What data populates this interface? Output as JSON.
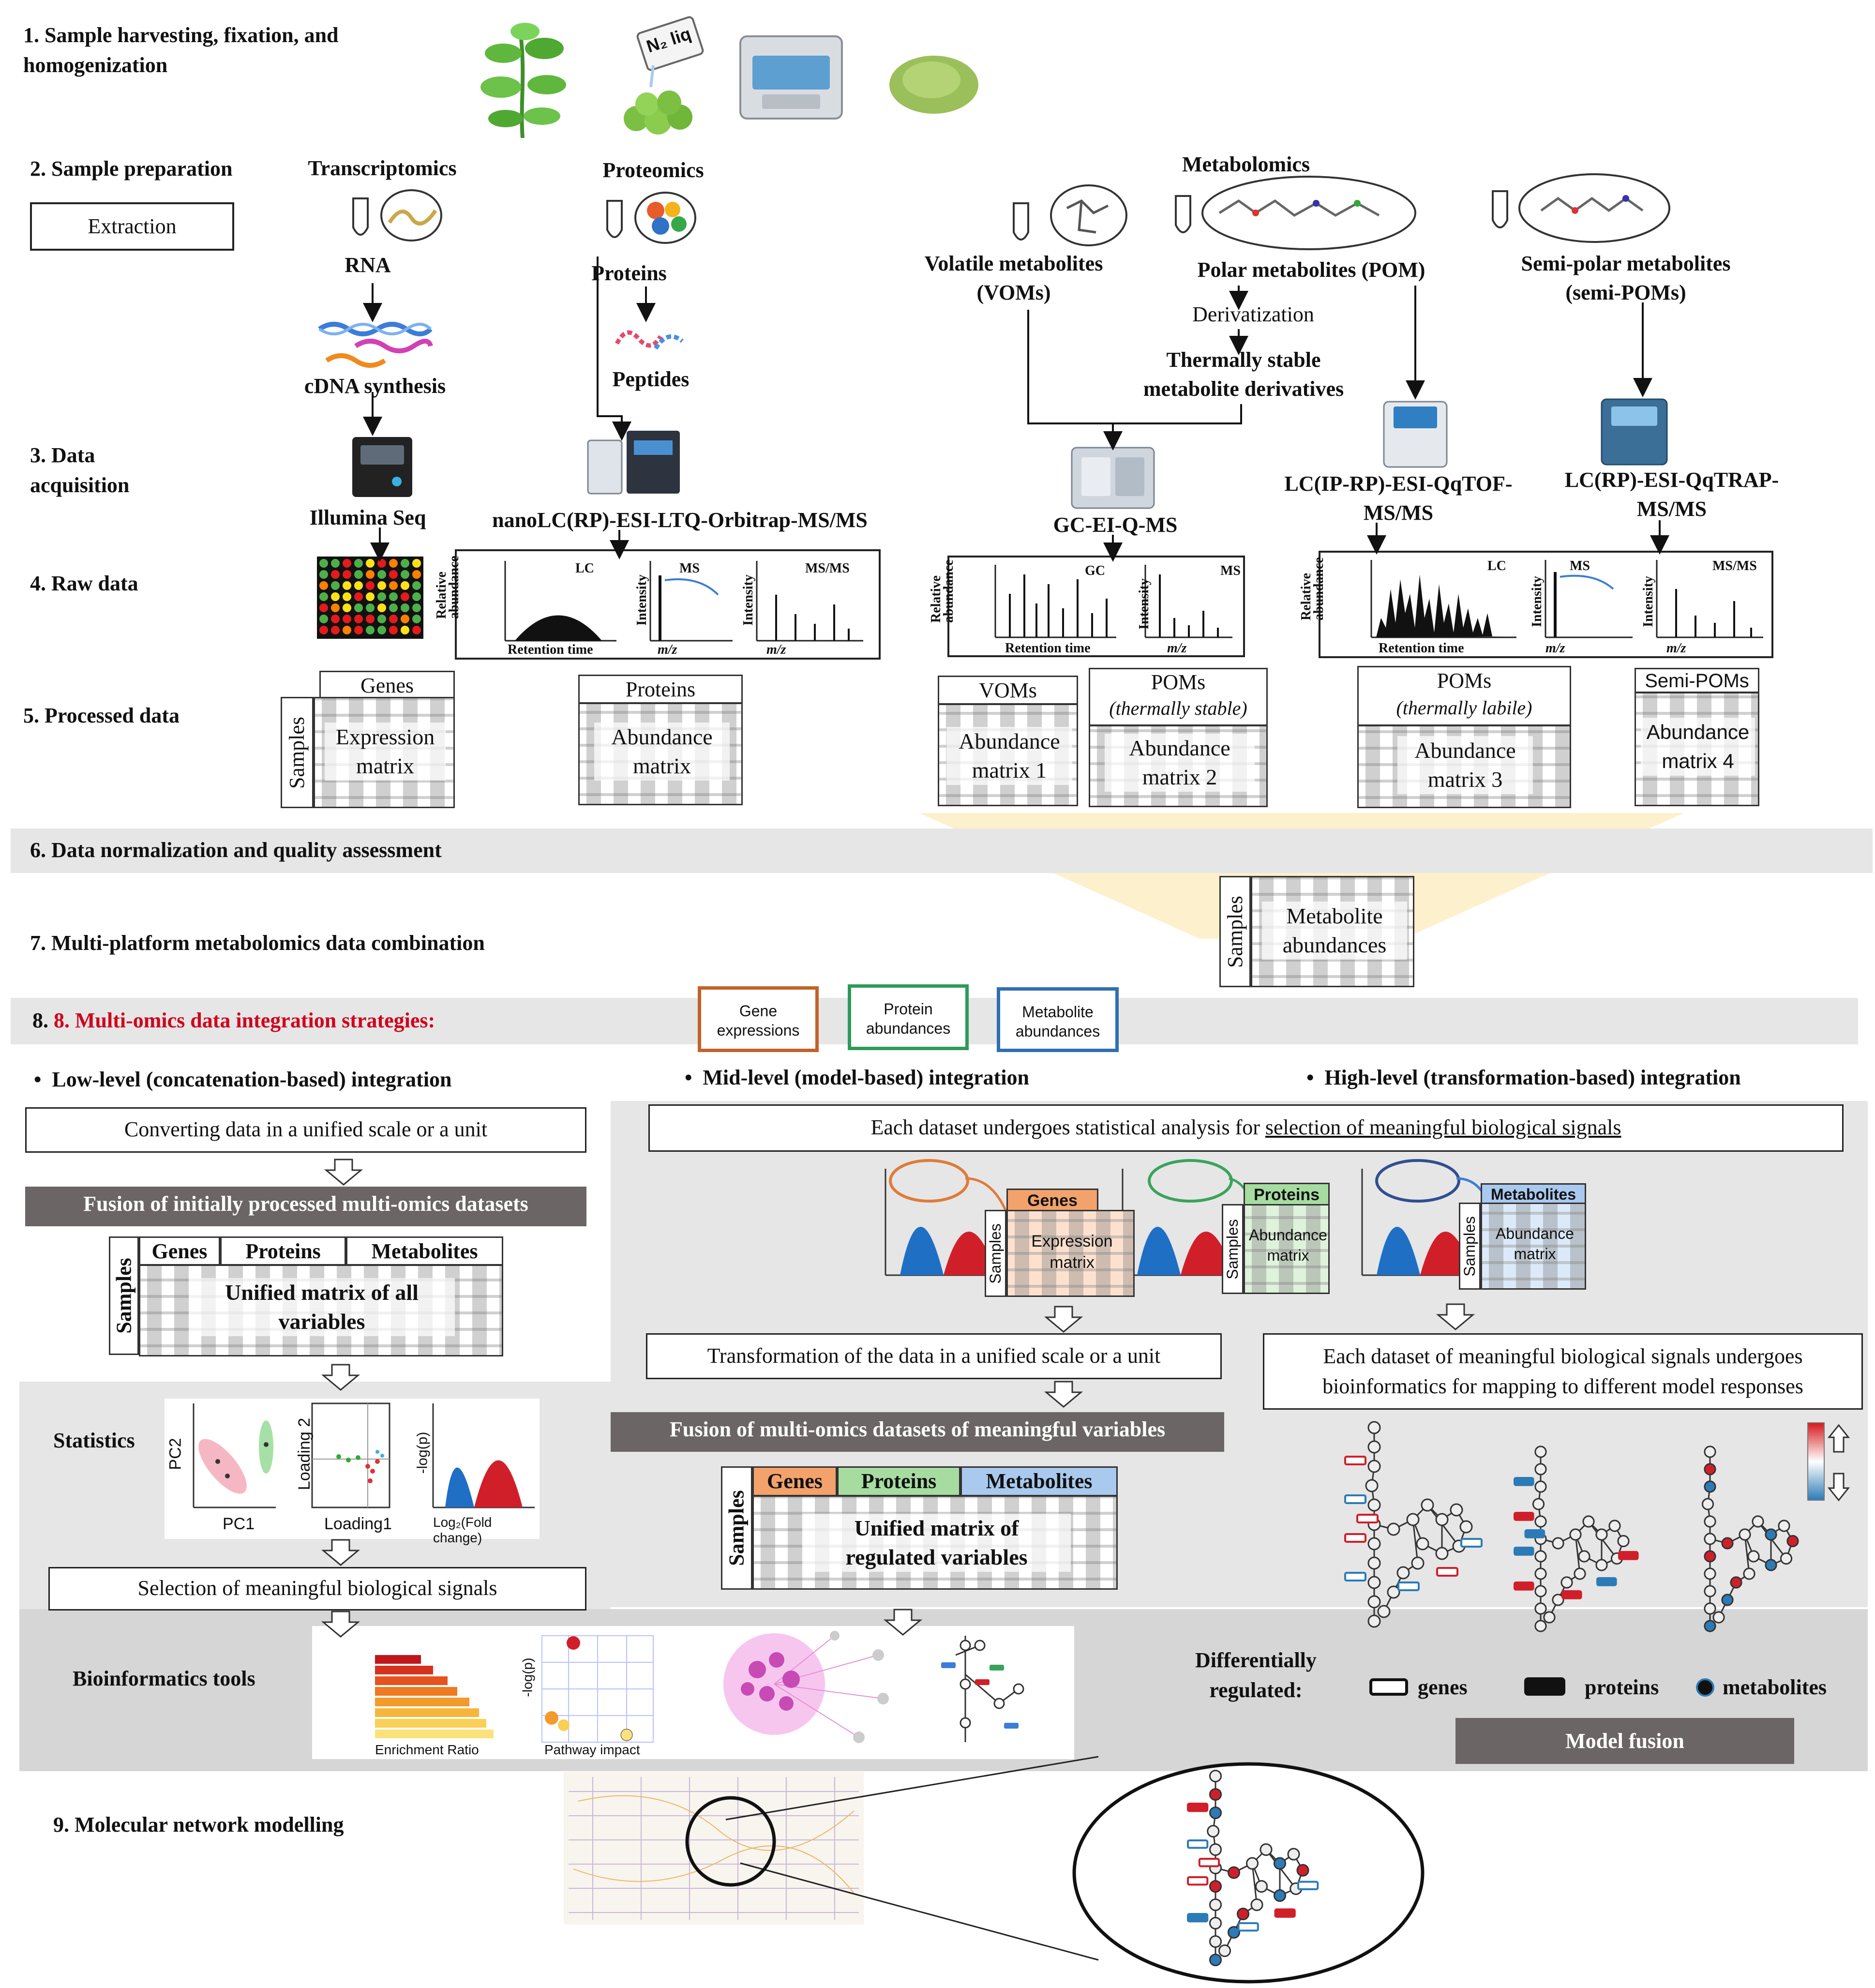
{
  "steps": {
    "s1_line1": "1. Sample harvesting, fixation, and",
    "s1_line2": "homogenization",
    "s2": "2. Sample preparation",
    "s3_line1": "3. Data",
    "s3_line2": "acquisition",
    "s4": "4. Raw data",
    "s5": "5. Processed data",
    "s6": "6. Data normalization  and quality assessment",
    "s7": "7. Multi-platform  metabolomics  data combination",
    "s8": "8. Multi-omics  data integration strategies:",
    "s9": "9. Molecular network modelling"
  },
  "nitrogen_label": "N₂ liq",
  "extraction_box": "Extraction",
  "transcriptomics": {
    "title": "Transcriptomics",
    "rna": "RNA",
    "cdna": "cDNA synthesis",
    "instrument": "Illumina  Seq",
    "matrix_header": "Genes",
    "matrix_side": "Samples",
    "matrix_line1": "Expression",
    "matrix_line2": "matrix"
  },
  "proteomics": {
    "title": "Proteomics",
    "proteins": "Proteins",
    "peptides": "Peptides",
    "instrument": "nanoLC(RP)-ESI-LTQ-Orbitrap-MS/MS",
    "matrix_header": "Proteins",
    "matrix_line1": "Abundance",
    "matrix_line2": "matrix"
  },
  "metabolomics": {
    "title": "Metabolomics",
    "voms_line1": "Volatile metabolites",
    "voms_line2": "(VOMs)",
    "pom": "Polar metabolites (POM)",
    "derivatization": "Derivatization",
    "thermal_line1": "Thermally  stable",
    "thermal_line2": "metabolite derivatives",
    "semi_line1": "Semi-polar metabolites",
    "semi_line2": "(semi-POMs)",
    "gc_instrument": "GC-EI-Q-MS",
    "lc1_line1": "LC(IP-RP)-ESI-QqTOF-",
    "lc1_line2": "MS/MS",
    "lc2_line1": "LC(RP)-ESI-QqTRAP-",
    "lc2_line2": "MS/MS",
    "m1_header": "VOMs",
    "m1_line1": "Abundance",
    "m1_line2": "matrix  1",
    "m2_header": "POMs",
    "m2_sub": "(thermally stable)",
    "m2_line1": "Abundance",
    "m2_line2": "matrix  2",
    "m3_header": "POMs",
    "m3_sub": "(thermally labile)",
    "m3_line1": "Abundance",
    "m3_line2": "matrix  3",
    "m4_header": "Semi-POMs",
    "m4_line1": "Abundance",
    "m4_line2": "matrix  4"
  },
  "raw_data": {
    "rel_line1": "Relative",
    "rel_line2": "abundance",
    "intensity": "Intensity",
    "retention": "Retention  time",
    "mz": "m/z",
    "lc": "LC",
    "gc": "GC",
    "ms": "MS",
    "msms": "MS/MS"
  },
  "combined": {
    "side": "Samples",
    "line1": "Metabolite",
    "line2": "abundances"
  },
  "legend_top": {
    "gene_line1": "Gene",
    "gene_line2": "expressions",
    "protein_line1": "Protein",
    "protein_line2": "abundances",
    "metab_line1": "Metabolite",
    "metab_line2": "abundances"
  },
  "low": {
    "title": "Low-level (concatenation-based) integration",
    "convert": "Converting data in a unified scale or a unit",
    "fusion": "Fusion  of  initially  processed  multi-omics  datasets",
    "col1": "Genes",
    "col2": "Proteins",
    "col3": "Metabolites",
    "side": "Samples",
    "unified_line1": "Unified matrix  of all",
    "unified_line2": "variables",
    "statistics": "Statistics",
    "pc2": "PC2",
    "pc1": "PC1",
    "loading2": "Loading 2",
    "loading1": "Loading1",
    "neglogp": "-log(p)",
    "fold": "Log₂(Fold change)",
    "selection": "Selection of meaningful  biological signals",
    "bioinformatics": "Bioinformatics  tools",
    "enrichment": "Enrichment Ratio",
    "pathway": "Pathway impact",
    "neglogp2": "-log(p)"
  },
  "mid": {
    "title": "Mid-level (model-based) integration",
    "each_prefix": "Each dataset undergoes statistical analysis for ",
    "each_underline": "selection of  meaningful  biological signals",
    "v1_header": "Genes",
    "v1_line1": "Expression",
    "v1_line2": "matrix",
    "v2_header": "Proteins",
    "v2_line1": "Abundance",
    "v2_line2": "matrix",
    "v3_header": "Metabolites",
    "v3_line1": "Abundance",
    "v3_line2": "matrix",
    "side": "Samples",
    "transform": "Transformation  of the data in a unified scale or a unit",
    "fusion": "Fusion  of  multi-omics  datasets of meaningful  variables",
    "col1": "Genes",
    "col2": "Proteins",
    "col3": "Metabolites",
    "unified_line1": "Unified matrix  of",
    "unified_line2": "regulated variables"
  },
  "high": {
    "title": "High-level (transformation-based)  integration",
    "each_line1": "Each dataset of meaningful  biological signals undergoes",
    "each_line2": "bioinformatics for mapping  to different model responses",
    "diff_line1": "Differentially",
    "diff_line2": "regulated:",
    "genes": "genes",
    "proteins": "proteins",
    "metabolites": "metabolites",
    "model_fusion": "Model fusion"
  },
  "colors": {
    "genes": "#f3a26b",
    "proteins": "#a6dca0",
    "metabolites": "#a9c9ee",
    "gene_border": "#c0632a",
    "protein_border": "#2e9a5a",
    "metab_border": "#2f6fb0",
    "up": "#d7191c",
    "down": "#2c7bb6",
    "band": "#e6e6e6",
    "dark_bar": "#6b6566",
    "red_title": "#d0021b"
  }
}
